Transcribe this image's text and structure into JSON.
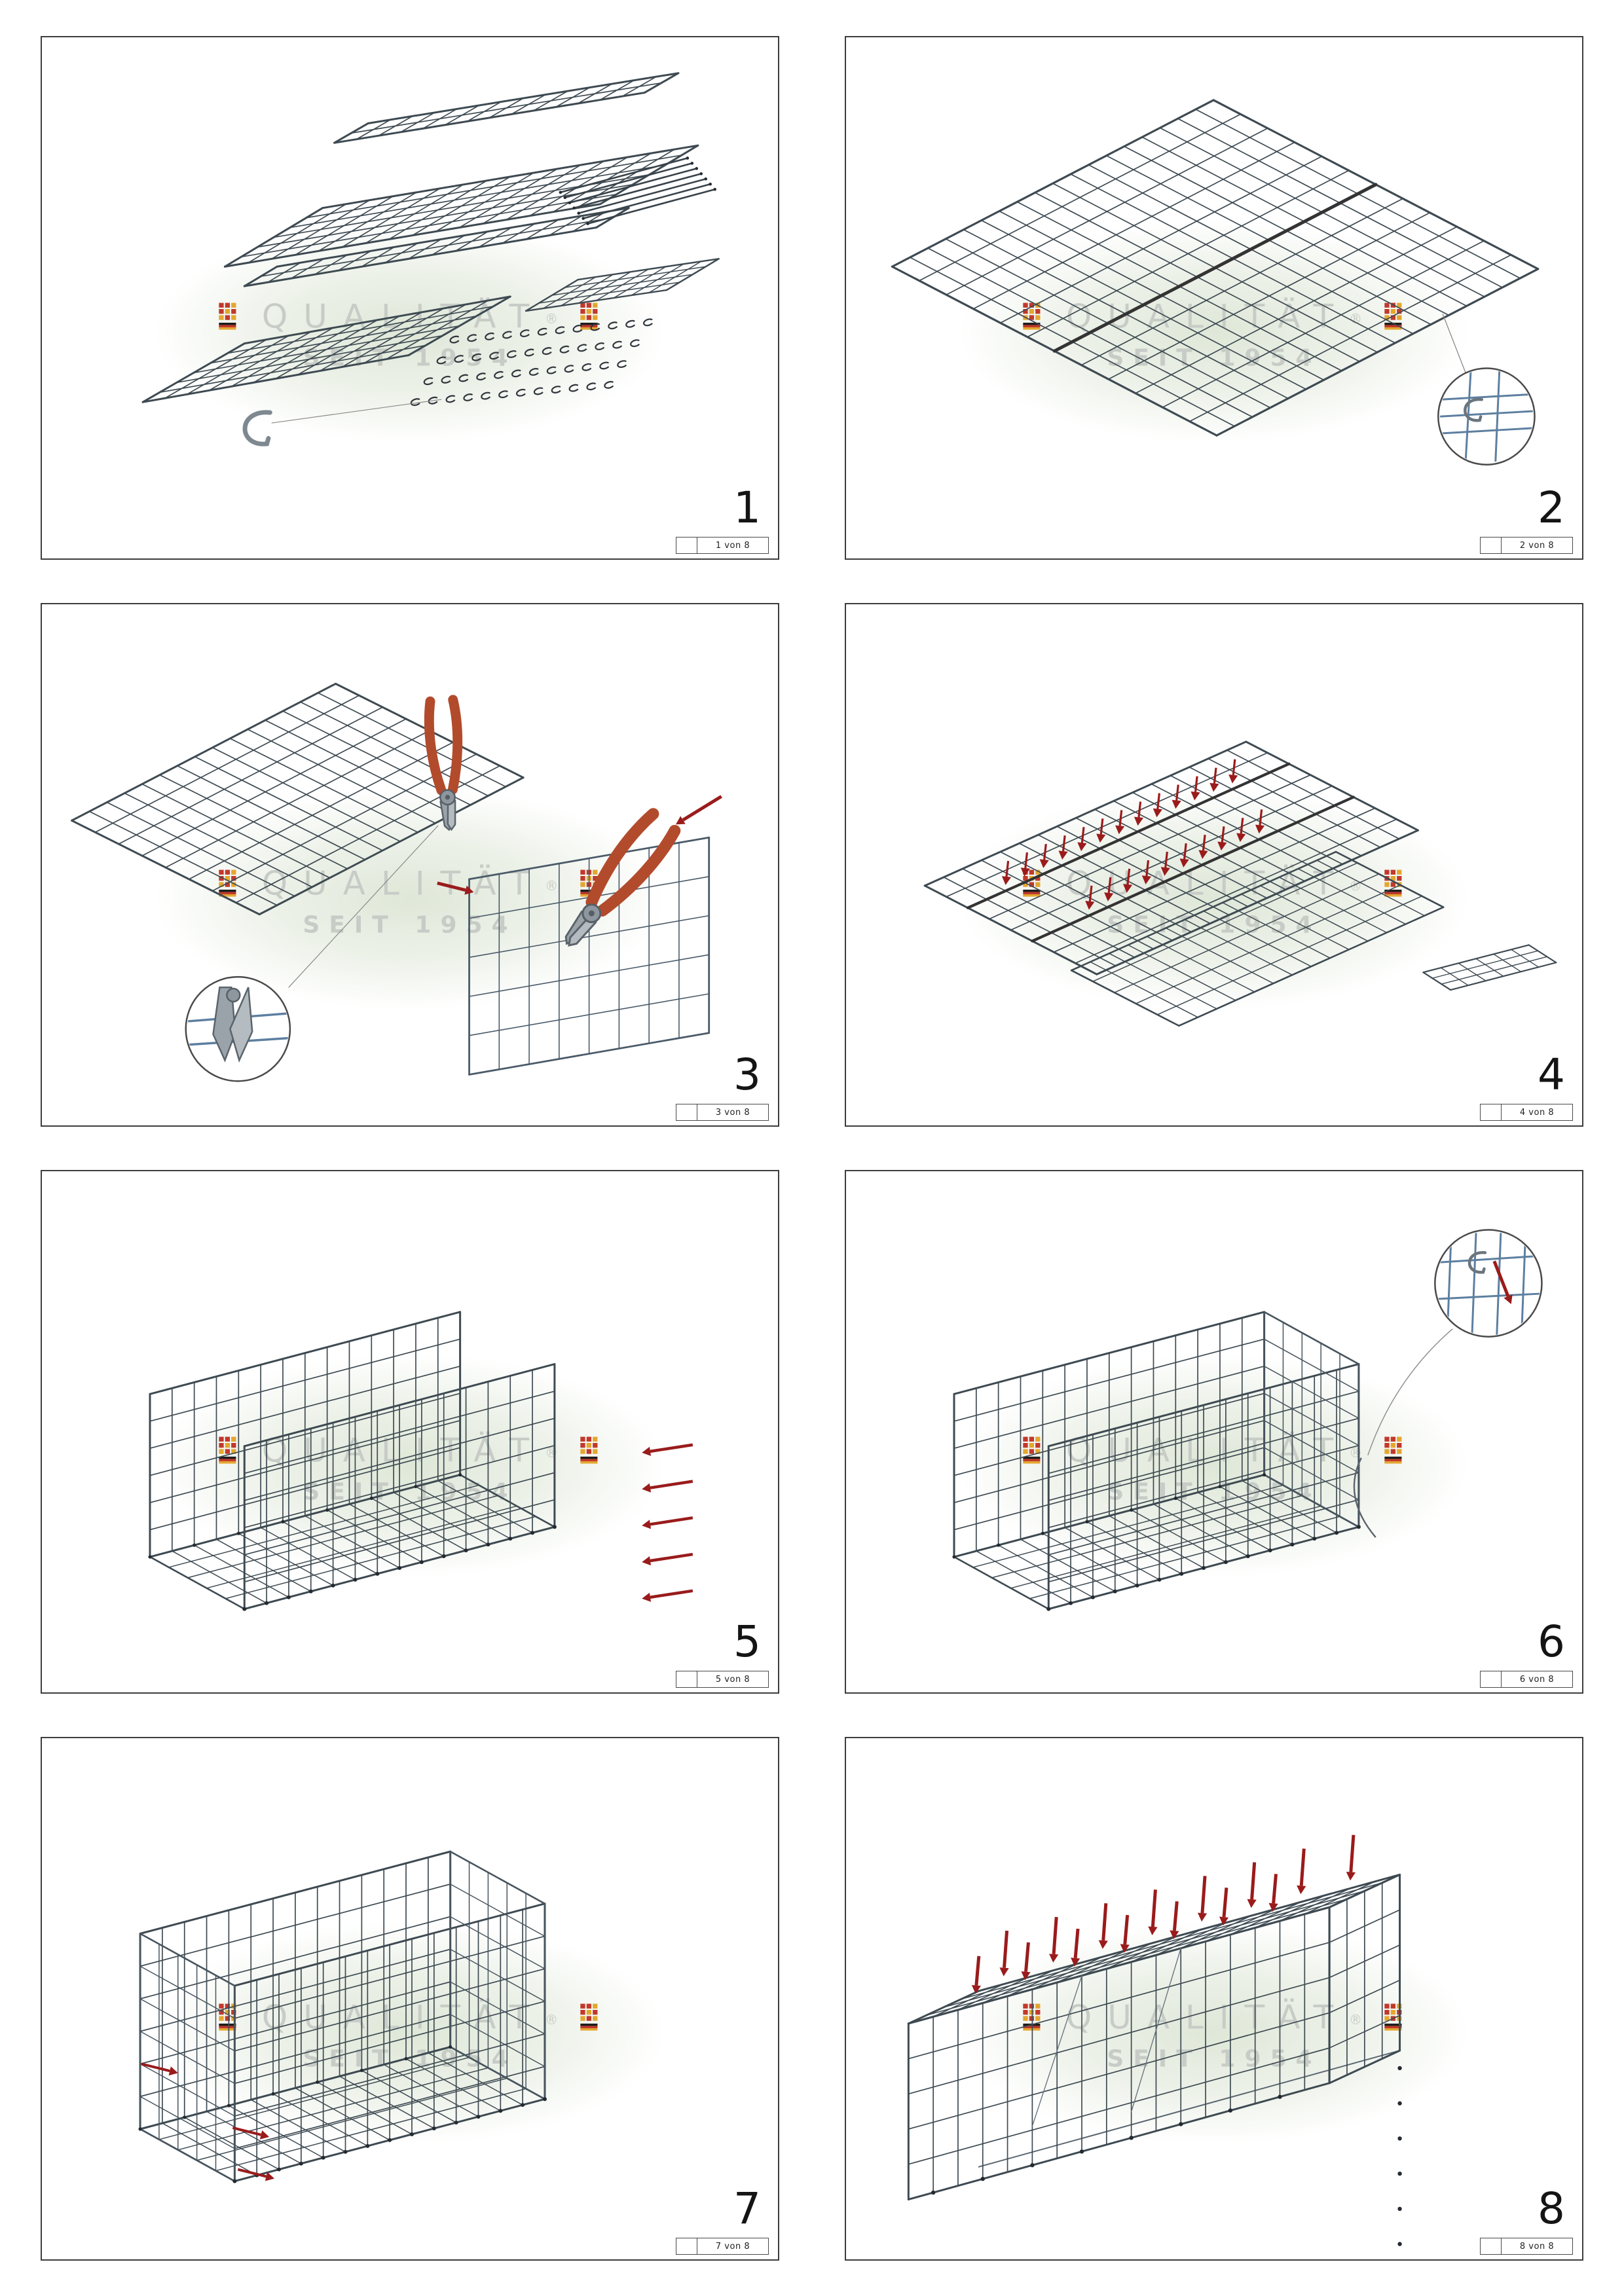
{
  "watermark": {
    "brand": "QUALITÄT",
    "registered": "®",
    "subtitle": "SEIT 1954"
  },
  "colors": {
    "arrow_red": "#9a1b1b",
    "handle_red": "#b24b2c",
    "mesh_gray": "#3e4a52",
    "detail_wire_blue": "#5d7fa0",
    "metal_gray": "#8e979e",
    "flag_red": "#c1392b",
    "flag_gold": "#e3a72f",
    "flag_black": "#1d1d1b",
    "watermark_green": "#d9e3d1",
    "watermark_text": "#c7ccc6"
  },
  "panels": [
    {
      "number": "1",
      "page_label": "1 von 8"
    },
    {
      "number": "2",
      "page_label": "2 von 8"
    },
    {
      "number": "3",
      "page_label": "3 von 8"
    },
    {
      "number": "4",
      "page_label": "4 von 8"
    },
    {
      "number": "5",
      "page_label": "5 von 8"
    },
    {
      "number": "6",
      "page_label": "6 von 8"
    },
    {
      "number": "7",
      "page_label": "7 von 8"
    },
    {
      "number": "8",
      "page_label": "8 von 8"
    }
  ]
}
